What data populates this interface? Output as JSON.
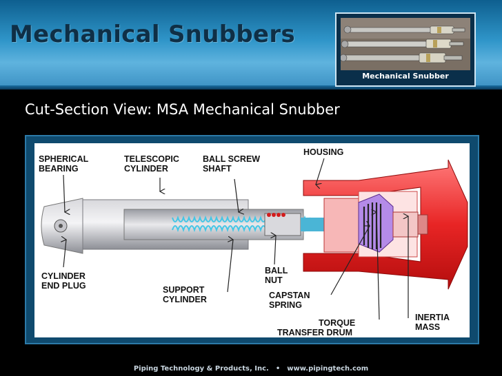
{
  "slide": {
    "title": "Mechanical Snubbers",
    "photo_caption": "Mechanical Snubber",
    "subtitle": "Cut-Section View: MSA Mechanical Snubber"
  },
  "diagram": {
    "labels": {
      "spherical_bearing": [
        "SPHERICAL",
        "BEARING"
      ],
      "telescopic_cylinder": [
        "TELESCOPIC",
        "CYLINDER"
      ],
      "ball_screw_shaft": [
        "BALL SCREW",
        "SHAFT"
      ],
      "housing": [
        "HOUSING"
      ],
      "cylinder_end_plug": [
        "CYLINDER",
        "END PLUG"
      ],
      "ball_nut": [
        "BALL",
        "NUT"
      ],
      "support_cylinder": [
        "SUPPORT",
        "CYLINDER"
      ],
      "capstan_spring": [
        "CAPSTAN",
        "SPRING"
      ],
      "torque_transfer_drum": [
        "TORQUE",
        "TRANSFER DRUM"
      ],
      "inertia_mass": [
        "INERTIA",
        "MASS"
      ]
    }
  },
  "footer": {
    "company": "Piping Technology & Products, Inc.",
    "separator": "•",
    "website": "www.pipingtech.com"
  }
}
